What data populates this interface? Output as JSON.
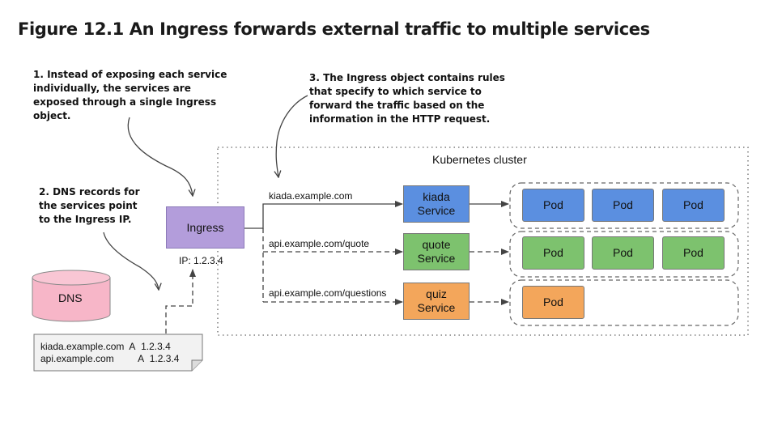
{
  "figure": {
    "title": "Figure 12.1 An Ingress forwards external traffic to multiple services"
  },
  "annotations": {
    "note1": "1. Instead of exposing each service individually, the services are exposed through a single Ingress object.",
    "note2": "2. DNS records for the services point to the Ingress IP.",
    "note3": "3. The Ingress object contains rules that specify to which service to forward the traffic based on the information in the HTTP request."
  },
  "cluster": {
    "label": "Kubernetes cluster"
  },
  "ingress": {
    "label": "Ingress",
    "ip_label": "IP: 1.2.3.4"
  },
  "dns": {
    "label": "DNS",
    "records": [
      {
        "host": "kiada.example.com",
        "type": "A",
        "ip": "1.2.3.4"
      },
      {
        "host": "api.example.com",
        "type": "A",
        "ip": "1.2.3.4"
      }
    ]
  },
  "routes": [
    {
      "path": "kiada.example.com"
    },
    {
      "path": "api.example.com/quote"
    },
    {
      "path": "api.example.com/questions"
    }
  ],
  "services": [
    {
      "line1": "kiada",
      "line2": "Service",
      "color": "#5b8fe0"
    },
    {
      "line1": "quote",
      "line2": "Service",
      "color": "#7dc26e"
    },
    {
      "line1": "quiz",
      "line2": "Service",
      "color": "#f3a65b"
    }
  ],
  "pod_groups": [
    {
      "pods": [
        "Pod",
        "Pod",
        "Pod"
      ]
    },
    {
      "pods": [
        "Pod",
        "Pod",
        "Pod"
      ]
    },
    {
      "pods": [
        "Pod"
      ]
    }
  ]
}
